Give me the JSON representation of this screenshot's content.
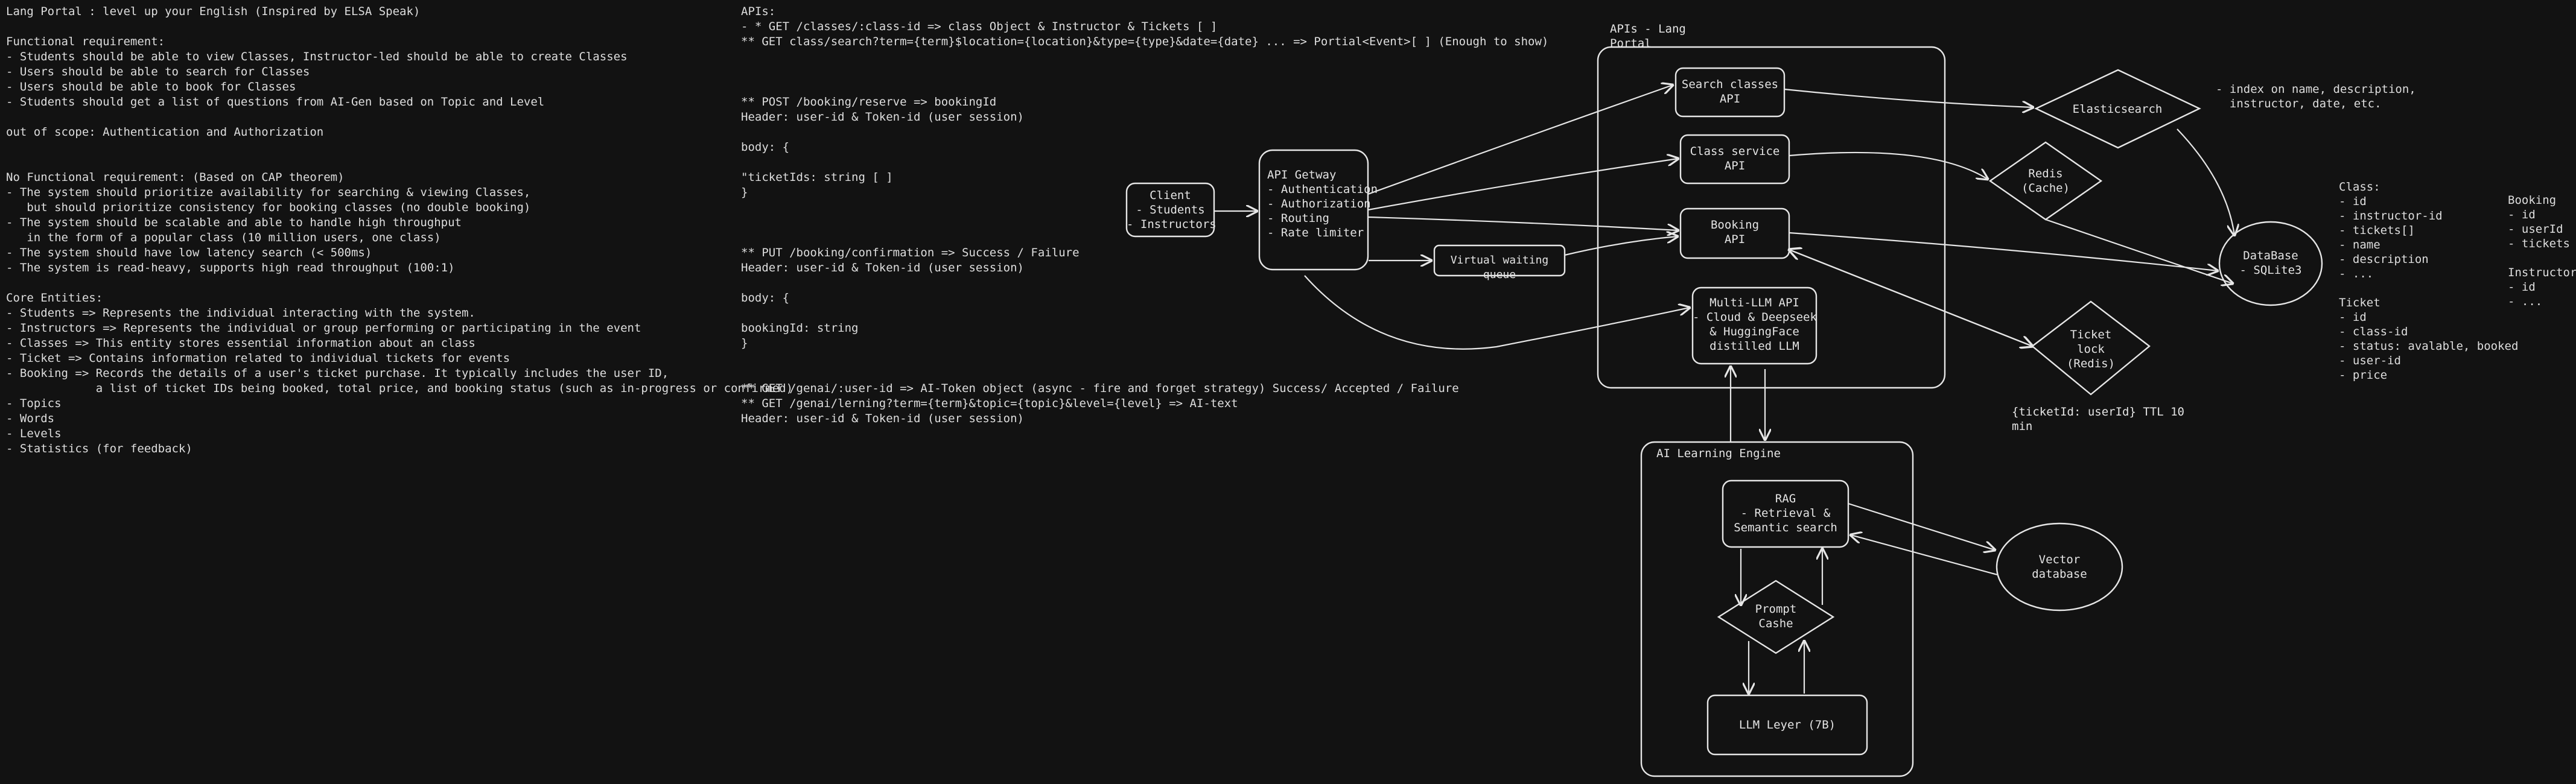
{
  "requirements": {
    "title": "Lang Portal : level up your English (Inspired by ELSA Speak)",
    "lines": [
      "",
      "Functional requirement:",
      "- Students should be able to view Classes, Instructor-led should be able to create Classes",
      "- Users should be able to search for Classes",
      "- Users should be able to book for Classes",
      "- Students should get a list of questions from AI-Gen based on Topic and Level",
      "",
      "out of scope: Authentication and Authorization",
      "",
      "",
      "No Functional requirement: (Based on CAP theorem)",
      "- The system should prioritize availability for searching & viewing Classes,",
      "   but should prioritize consistency for booking classes (no double booking)",
      "- The system should be scalable and able to handle high throughput",
      "   in the form of a popular class (10 million users, one class)",
      "- The system should have low latency search (< 500ms)",
      "- The system is read-heavy, supports high read throughput (100:1)",
      "",
      "Core Entities:",
      "- Students => Represents the individual interacting with the system.",
      "- Instructors => Represents the individual or group performing or participating in the event",
      "- Classes => This entity stores essential information about an class",
      "- Ticket => Contains information related to individual tickets for events",
      "- Booking => Records the details of a user's ticket purchase. It typically includes the user ID,",
      "             a list of ticket IDs being booked, total price, and booking status (such as in-progress or confirmed)",
      "- Topics",
      "- Words",
      "- Levels",
      "- Statistics (for feedback)"
    ]
  },
  "apis": {
    "lines": [
      "APIs:",
      "- * GET /classes/:class-id => class Object & Instructor & Tickets [ ]",
      "** GET class/search?term={term}$location={location}&type={type}&date={date} ... => Portial<Event>[ ] (Enough to show)",
      "",
      "",
      "",
      "** POST /booking/reserve => bookingId",
      "Header: user-id & Token-id (user session)",
      "",
      "body: {",
      "",
      "\"ticketIds: string [ ]",
      "}",
      "",
      "",
      "",
      "** PUT /booking/confirmation => Success / Failure",
      "Header: user-id & Token-id (user session)",
      "",
      "body: {",
      "",
      "bookingId: string",
      "}",
      "",
      "",
      "** GET /genai/:user-id => AI-Token object (async - fire and forget strategy) Success/ Accepted / Failure",
      "** GET /genai/lerning?term={term}&topic={topic}&level={level} => AI-text",
      "Header: user-id & Token-id (user session)"
    ]
  },
  "diagram": {
    "apis_group_title": "APIs - Lang Portal",
    "ai_group_title": "AI Learning Engine",
    "client": [
      "Client",
      "- Students",
      "- Instructors"
    ],
    "gateway": [
      "API Getway",
      "- Authentication",
      "- Authorization",
      "- Routing",
      "- Rate limiter"
    ],
    "virtual_queue": "Virtual waiting queue",
    "search_api": [
      "Search classes",
      "API"
    ],
    "class_service": [
      "Class service",
      "API"
    ],
    "booking_api": [
      "Booking",
      "API"
    ],
    "multi_llm": [
      "Multi-LLM API",
      "- Cloud & Deepseek",
      "& HuggingFace",
      "distilled LLM"
    ],
    "elasticsearch": "Elasticsearch",
    "elastic_note": [
      "- index on name, description,",
      "  instructor, date, etc."
    ],
    "redis_cache": [
      "Redis",
      "(Cache)"
    ],
    "database": [
      "DataBase",
      "- SQLite3"
    ],
    "ticket_lock": [
      "Ticket",
      "lock",
      "(Redis)"
    ],
    "ticket_lock_note": "{ticketId: userId} TTL 10 min",
    "rag": [
      "RAG",
      "- Retrieval &",
      "Semantic search"
    ],
    "vector_db": [
      "Vector",
      "database"
    ],
    "prompt_cache": [
      "Prompt",
      "Cashe"
    ],
    "llm_layer": "LLM Leyer (7B)"
  },
  "entities": {
    "class_col": [
      "Class:",
      "- id",
      "- instructor-id",
      "- tickets[]",
      "- name",
      "- description",
      "- ...",
      "",
      "Ticket",
      "- id",
      "- class-id",
      "- status: avalable, booked",
      "- user-id",
      "- price"
    ],
    "booking_col": [
      "Booking",
      "- id",
      "- userId",
      "- tickets",
      "",
      "Instructor",
      "- id",
      "- ..."
    ]
  },
  "colors": {
    "background": "#121212",
    "stroke": "#e6e6e6",
    "text": "#dedede"
  }
}
